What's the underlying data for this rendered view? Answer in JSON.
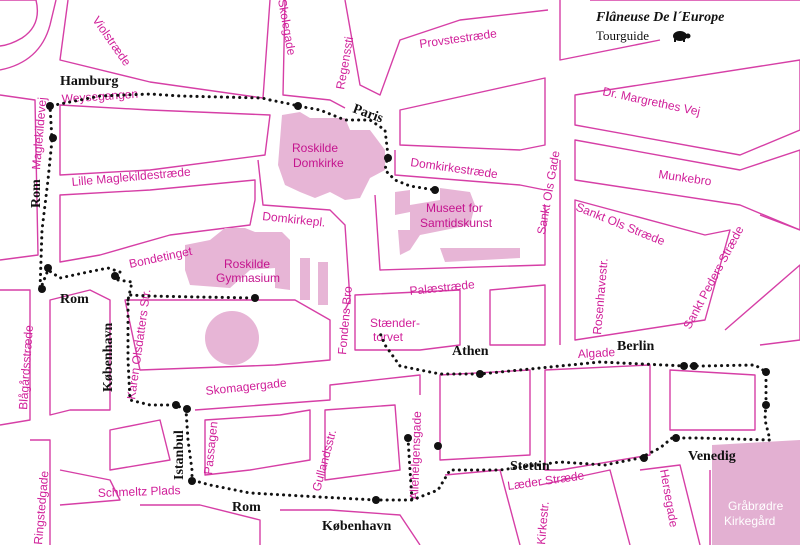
{
  "header": {
    "title": "Flâneuse De l´Europe",
    "subtitle": "Tourguide",
    "logo_icon": "turtle-icon"
  },
  "colors": {
    "street": "#d63fa6",
    "building": "#e7b5d6",
    "label": "#d01f99",
    "route": "#111111"
  },
  "streets": {
    "violstraede": "Violstræde",
    "skolegade": "Skolegade",
    "regenssti": "Regenssti",
    "provstestraede": "Provstestræde",
    "dr_margrethes_vej": "Dr. Margrethes Vej",
    "munkebro": "Munkebro",
    "weysegangen": "Weysegangen",
    "maglekildevej": "Maglekildevej",
    "lille_maglekildestraede": "Lille Maglekildestræde",
    "domkirkestraede": "Domkirkestræde",
    "domkirkepl": "Domkirkepl.",
    "sankt_ols_gade": "Sankt Ols Gade",
    "sankt_ols_straede": "Sankt Ols Stræde",
    "sankt_peders_straede": "Sankt Peders Stræde",
    "bondetinget": "Bondetinget",
    "palaestraede": "Palæstræde",
    "fondens_bro": "Fondens Bro",
    "rosenhavestr": "Rosenhavestr.",
    "karen_olsdatters_str": "Karen Olsdatters Str.",
    "blaagaardsstraede": "Blågårdsstræde",
    "staendertorvet": "Stænder-\ntorvet",
    "algade": "Algade",
    "skomagergade": "Skomagergade",
    "passagen": "Passagen",
    "gullandsstr": "Gullandsstr.",
    "allehelgensgade": "Allehelgensgade",
    "laeder_straede": "Læder Stræde",
    "hersegade": "Hersegade",
    "kirkestr": "Kirkestr.",
    "ringstedgade": "Ringstedgade",
    "schmeltz_plads": "Schmeltz Plads"
  },
  "landmarks": {
    "roskilde_domkirke": [
      "Roskilde",
      "Domkirke"
    ],
    "museet_for_samtidskunst": [
      "Museet for",
      "Samtidskunst"
    ],
    "roskilde_gymnasium": [
      "Roskilde",
      "Gymnasium"
    ],
    "graabroedre_kirkegaard": [
      "Gråbrødre",
      "Kirkegård"
    ]
  },
  "cities": {
    "hamburg": "Hamburg",
    "paris": "Paris",
    "rom_1": "Rom",
    "rom_2": "Rom",
    "rom_3": "Rom",
    "koebenhavn_1": "København",
    "koebenhavn_2": "København",
    "athen": "Athen",
    "berlin": "Berlin",
    "istanbul": "Istanbul",
    "stettin": "Stettin",
    "venedig": "Venedig"
  }
}
